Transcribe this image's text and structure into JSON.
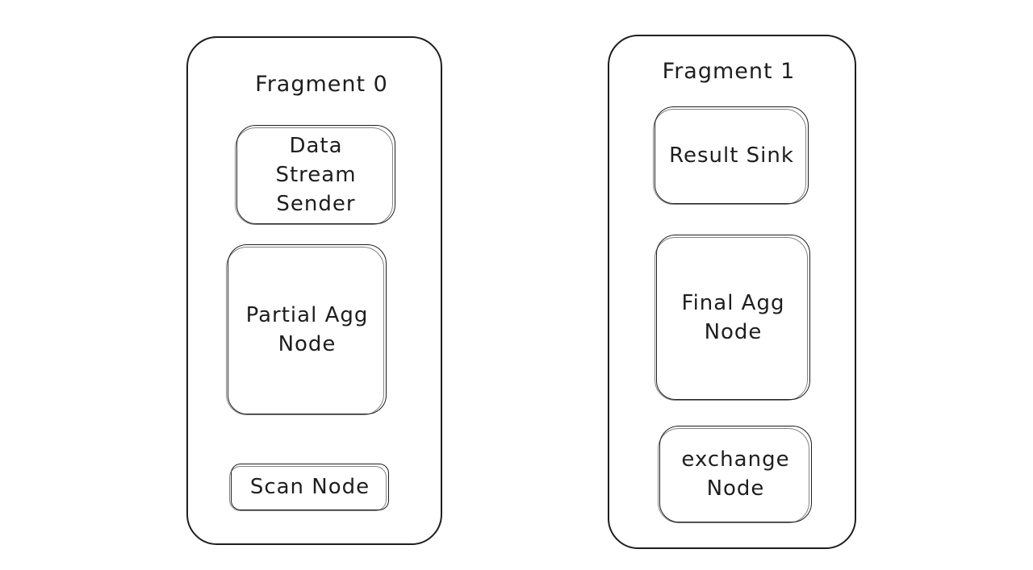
{
  "fragments": [
    {
      "title": "Fragment 0",
      "nodes": [
        "Data\nStream\nSender",
        "Partial Agg\nNode",
        "Scan Node"
      ]
    },
    {
      "title": "Fragment 1",
      "nodes": [
        "Result Sink",
        "Final Agg\nNode",
        "exchange\nNode"
      ]
    }
  ]
}
